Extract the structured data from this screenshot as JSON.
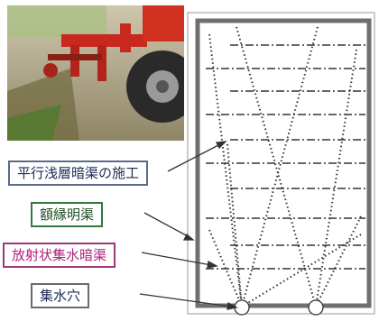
{
  "labels": {
    "parallel_shallow_drain": "平行浅層暗渠の施工",
    "rim_open_ditch": "額縁明渠",
    "radial_drain": "放射状集水暗渠",
    "sump_hole": "集水穴"
  },
  "colors": {
    "frame": "#7a7a7a",
    "dashed_lines": "#333333",
    "dotted_lines": "#444444",
    "label1_border": "#5a6a8a",
    "label2_border": "#2f7a3a",
    "label3_text": "#b0207a"
  },
  "photo": {
    "subject": "red-tractor-with-plow-attachment"
  }
}
